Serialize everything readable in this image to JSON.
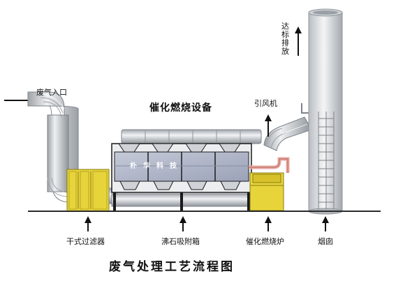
{
  "diagram": {
    "title": "废气处理工艺流程图",
    "equipment_title": "催化燃烧设备",
    "inlet_label": "废气入口",
    "fan_label": "引风机",
    "exhaust_label": "达标排放",
    "brand_text": "朴华科技",
    "components": {
      "filter": "干式过滤器",
      "zeolite": "沸石吸附箱",
      "furnace": "催化燃烧炉",
      "chimney": "烟囱"
    },
    "colors": {
      "duct": "#d4d8dc",
      "filter_box": "#e7d43a",
      "adsorber_glass": "#aeb4c8",
      "hot_pipe": "#e8a8a0",
      "chimney": "#dde0e4"
    }
  }
}
